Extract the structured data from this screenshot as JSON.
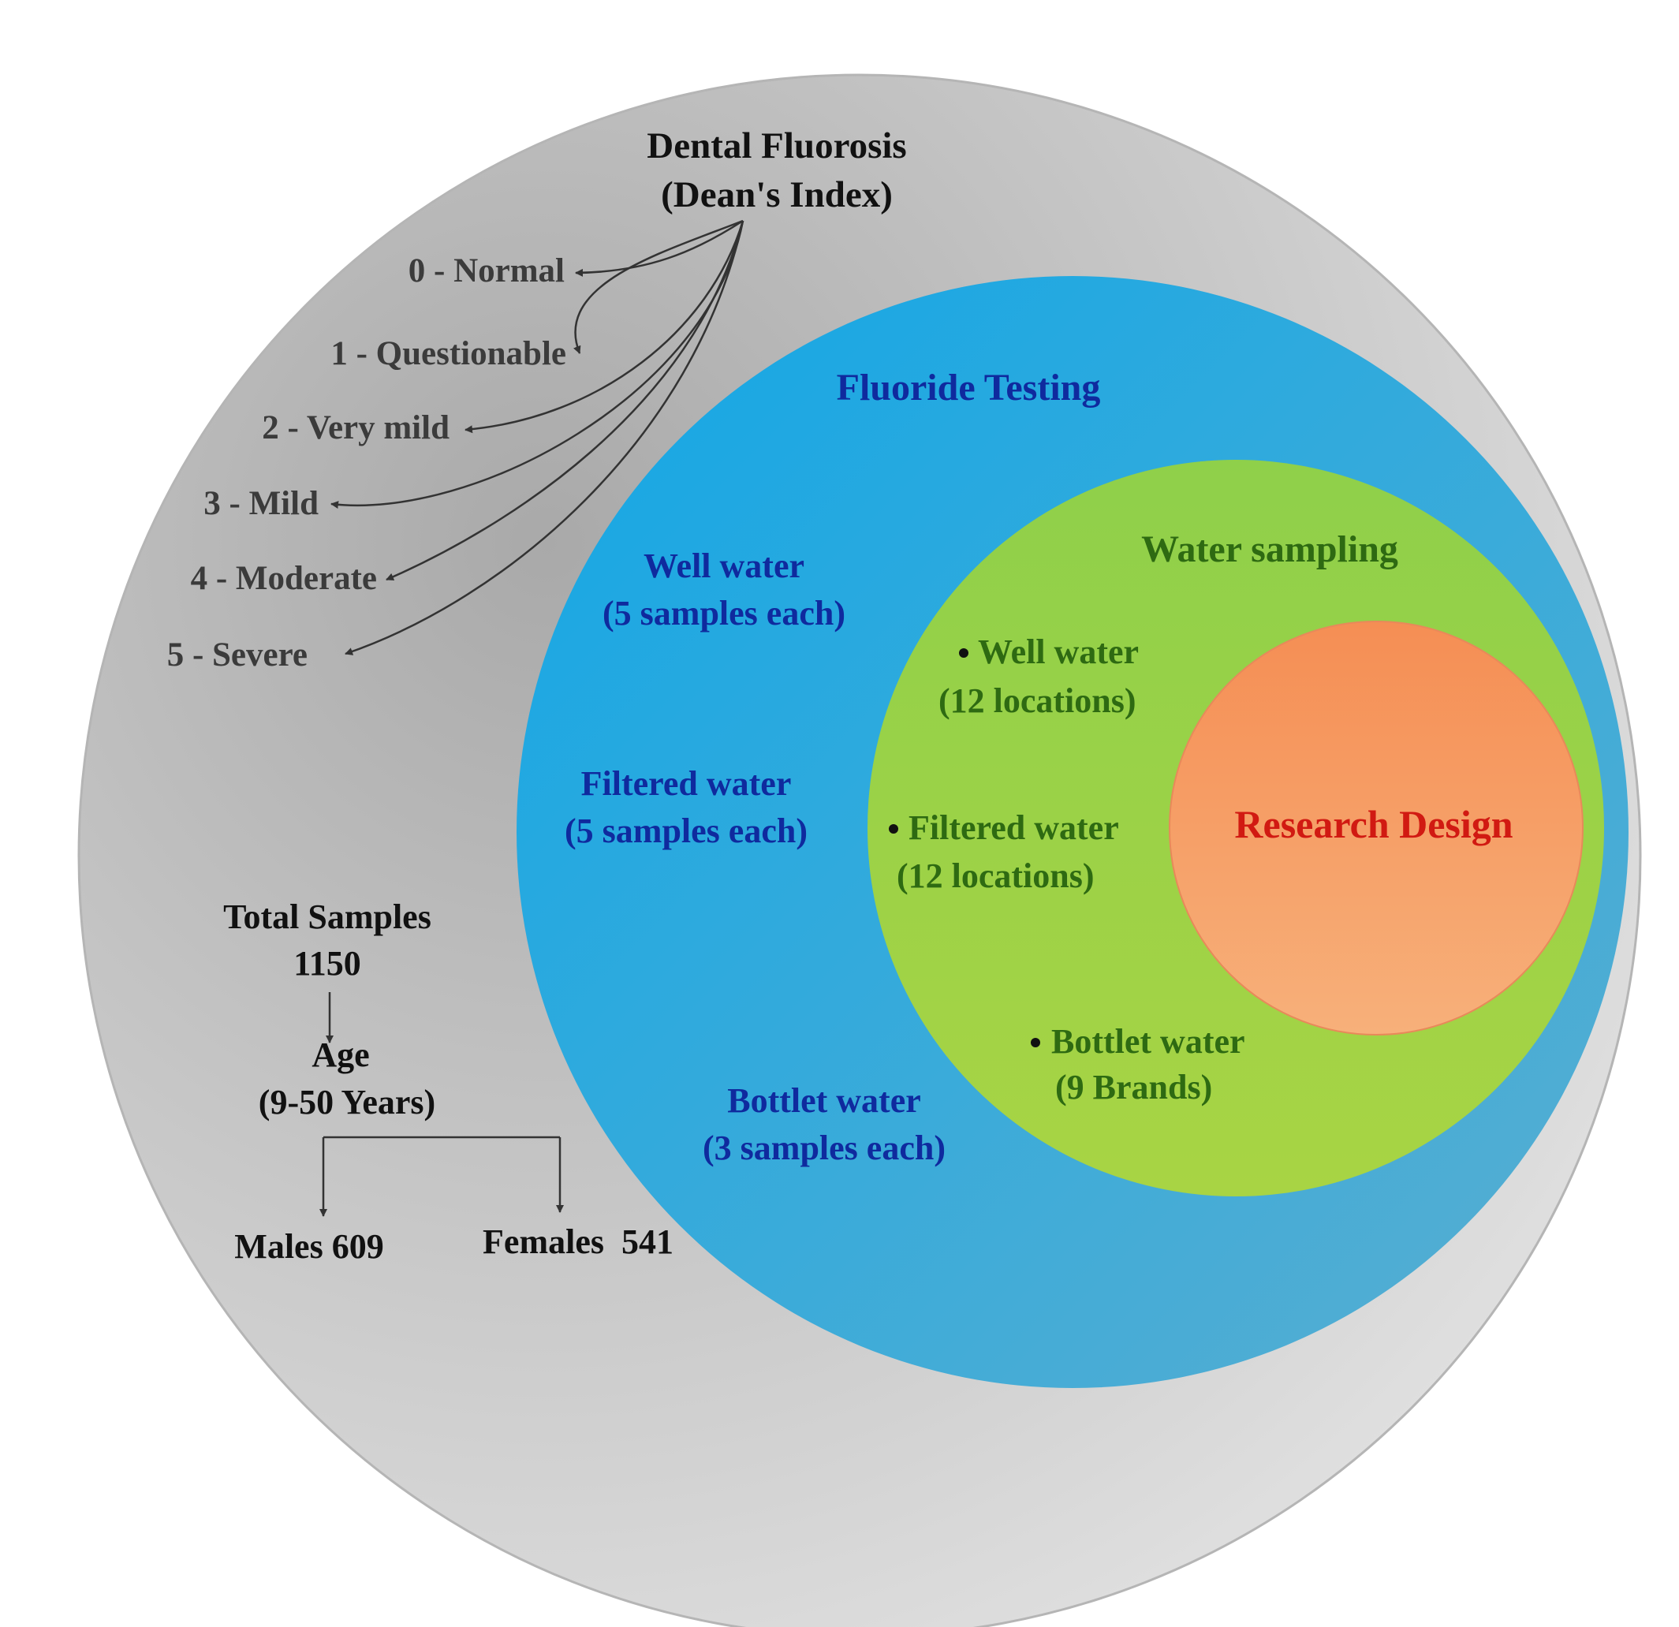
{
  "colors": {
    "outer_circle": "#c8c8c8",
    "fluoride_circle": "#2aaee0",
    "water_circle": "#99cc44",
    "research_circle": "#f6a06a",
    "blue_text": "#0f2a9e",
    "green_text": "#2e6a12",
    "red_text": "#d11a12"
  },
  "dental_fluorosis": {
    "title": "Dental Fluorosis",
    "subtitle": "(Dean's Index)",
    "levels": [
      "0 - Normal",
      "1 - Questionable",
      "2 - Very mild",
      "3 - Mild",
      "4 - Moderate",
      "5 - Severe"
    ]
  },
  "samples": {
    "total_label": "Total Samples",
    "total_value": "1150",
    "age_label": "Age",
    "age_range": "(9-50 Years)",
    "males": "Males 609",
    "females": "Females  541"
  },
  "fluoride_testing": {
    "title": "Fluoride Testing",
    "items": [
      {
        "name": "Well water",
        "detail": "(5 samples each)"
      },
      {
        "name": "Filtered water",
        "detail": "(5 samples each)"
      },
      {
        "name": "Bottlet water",
        "detail": "(3 samples each)"
      }
    ]
  },
  "water_sampling": {
    "title": "Water sampling",
    "items": [
      {
        "name": "Well water",
        "detail": "(12 locations)"
      },
      {
        "name": "Filtered water",
        "detail": "(12 locations)"
      },
      {
        "name": "Bottlet water",
        "detail": "(9 Brands)"
      }
    ]
  },
  "research_design": {
    "title": "Research Design"
  }
}
